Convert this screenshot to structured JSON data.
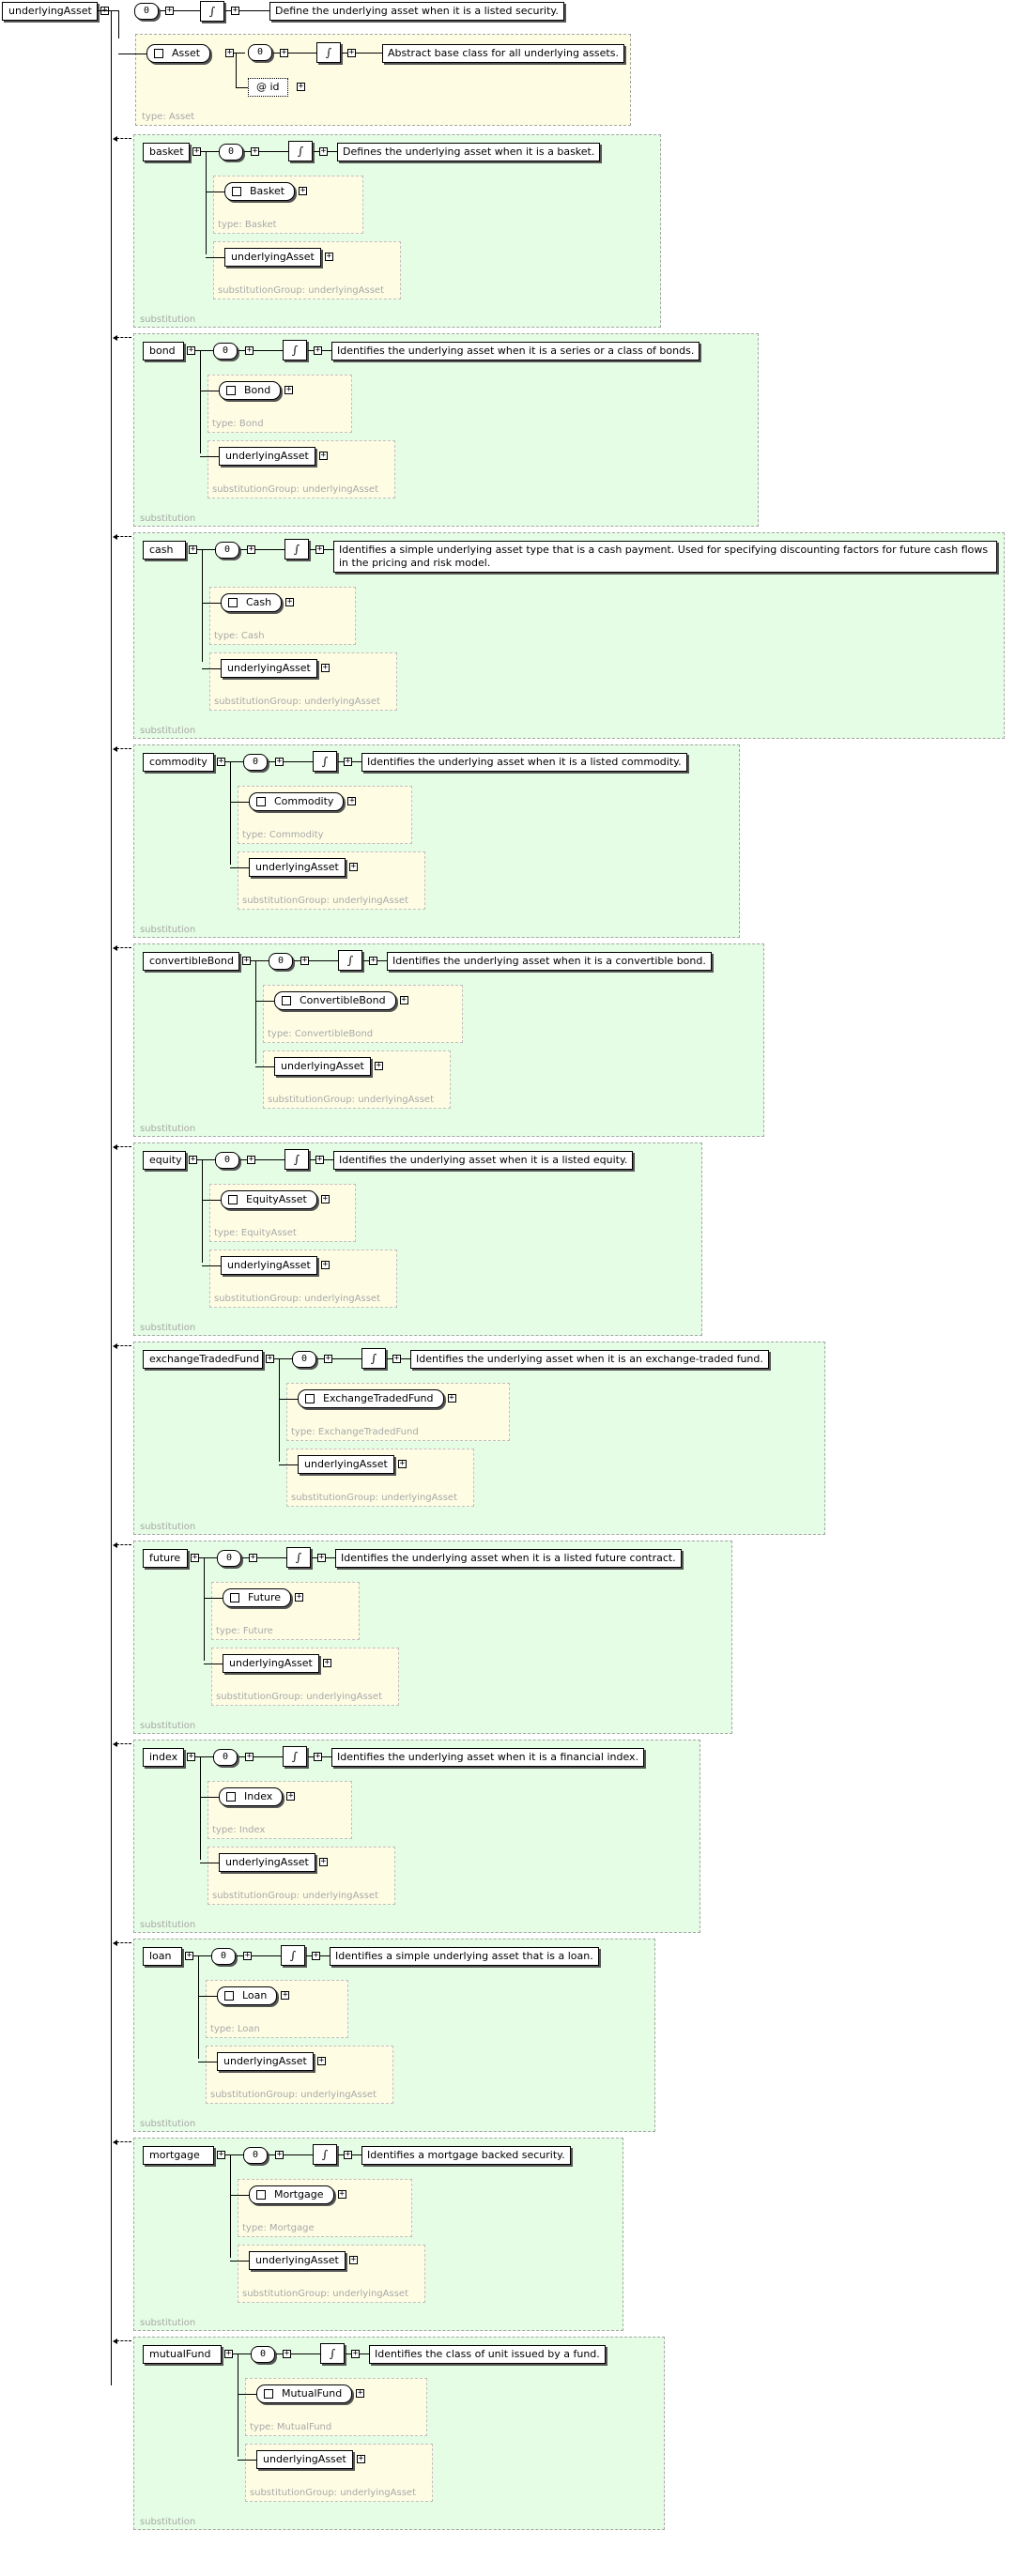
{
  "root": {
    "name": "underlyingAsset",
    "annotation": "Define the underlying asset when it is a listed security.",
    "sequence_glyph": "0",
    "doc_glyph": "∫",
    "base": {
      "type_label": "type: Asset",
      "complex_name": "Asset",
      "annotation": "Abstract base class for all underlying assets.",
      "attribute_glyph": "@",
      "attribute": "id"
    }
  },
  "substitutions": [
    {
      "name": "basket",
      "annotation": "Defines the underlying asset when it is a basket.",
      "type_name": "Basket",
      "type_label": "type: Basket",
      "child": "underlyingAsset",
      "child_label": "substitutionGroup: underlyingAsset",
      "footer": "substitution"
    },
    {
      "name": "bond",
      "annotation": "Identifies the underlying asset when it is a series or a class of bonds.",
      "type_name": "Bond",
      "type_label": "type: Bond",
      "child": "underlyingAsset",
      "child_label": "substitutionGroup: underlyingAsset",
      "footer": "substitution"
    },
    {
      "name": "cash",
      "annotation": "Identifies a simple underlying asset type that is a cash payment. Used for specifying discounting factors for future cash flows in the pricing and risk model.",
      "type_name": "Cash",
      "type_label": "type: Cash",
      "child": "underlyingAsset",
      "child_label": "substitutionGroup: underlyingAsset",
      "footer": "substitution"
    },
    {
      "name": "commodity",
      "annotation": "Identifies the underlying asset when it is a listed commodity.",
      "type_name": "Commodity",
      "type_label": "type: Commodity",
      "child": "underlyingAsset",
      "child_label": "substitutionGroup: underlyingAsset",
      "footer": "substitution"
    },
    {
      "name": "convertibleBond",
      "annotation": "Identifies the underlying asset when it is a convertible bond.",
      "type_name": "ConvertibleBond",
      "type_label": "type: ConvertibleBond",
      "child": "underlyingAsset",
      "child_label": "substitutionGroup: underlyingAsset",
      "footer": "substitution"
    },
    {
      "name": "equity",
      "annotation": "Identifies the underlying asset when it is a listed equity.",
      "type_name": "EquityAsset",
      "type_label": "type: EquityAsset",
      "child": "underlyingAsset",
      "child_label": "substitutionGroup: underlyingAsset",
      "footer": "substitution"
    },
    {
      "name": "exchangeTradedFund",
      "annotation": "Identifies the underlying asset when it is an exchange-traded fund.",
      "type_name": "ExchangeTradedFund",
      "type_label": "type: ExchangeTradedFund",
      "child": "underlyingAsset",
      "child_label": "substitutionGroup: underlyingAsset",
      "footer": "substitution"
    },
    {
      "name": "future",
      "annotation": "Identifies the underlying asset when it is a listed future contract.",
      "type_name": "Future",
      "type_label": "type: Future",
      "child": "underlyingAsset",
      "child_label": "substitutionGroup: underlyingAsset",
      "footer": "substitution"
    },
    {
      "name": "index",
      "annotation": "Identifies the underlying asset when it is a financial index.",
      "type_name": "Index",
      "type_label": "type: Index",
      "child": "underlyingAsset",
      "child_label": "substitutionGroup: underlyingAsset",
      "footer": "substitution"
    },
    {
      "name": "loan",
      "annotation": "Identifies a simple underlying asset that is a loan.",
      "type_name": "Loan",
      "type_label": "type: Loan",
      "child": "underlyingAsset",
      "child_label": "substitutionGroup: underlyingAsset",
      "footer": "substitution"
    },
    {
      "name": "mortgage",
      "annotation": "Identifies a mortgage backed security.",
      "type_name": "Mortgage",
      "type_label": "type: Mortgage",
      "child": "underlyingAsset",
      "child_label": "substitutionGroup: underlyingAsset",
      "footer": "substitution"
    },
    {
      "name": "mutualFund",
      "annotation": "Identifies the class of unit issued by a fund.",
      "type_name": "MutualFund",
      "type_label": "type: MutualFund",
      "child": "underlyingAsset",
      "child_label": "substitutionGroup: underlyingAsset",
      "footer": "substitution"
    }
  ],
  "icons": {
    "expand": "expand-plus-icon",
    "sequence": "sequence-icon",
    "documentation": "documentation-icon"
  }
}
